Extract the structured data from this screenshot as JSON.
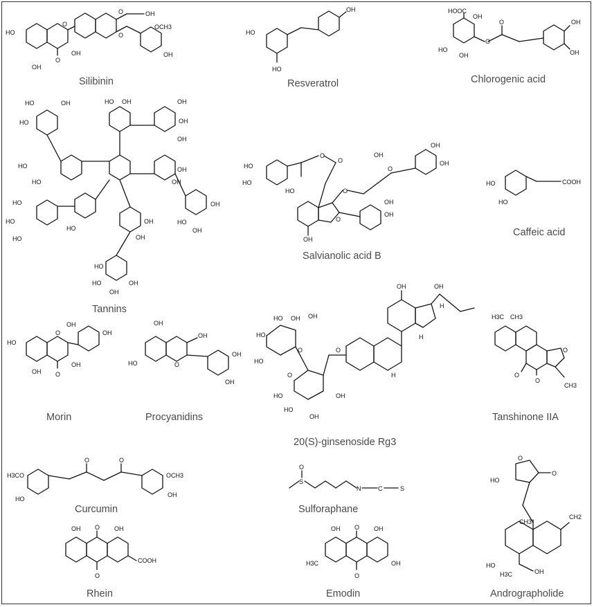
{
  "compounds": [
    {
      "name": "Silibinin"
    },
    {
      "name": "Resveratrol"
    },
    {
      "name": "Chlorogenic acid"
    },
    {
      "name": "Tannins"
    },
    {
      "name": "Salvianolic acid B"
    },
    {
      "name": "Caffeic acid"
    },
    {
      "name": "Morin"
    },
    {
      "name": "Procyanidins"
    },
    {
      "name": "20(S)-ginsenoside Rg3"
    },
    {
      "name": "Tanshinone IIA"
    },
    {
      "name": "Curcumin"
    },
    {
      "name": "Sulforaphane"
    },
    {
      "name": "Rhein"
    },
    {
      "name": "Emodin"
    },
    {
      "name": "Andrographolide"
    }
  ],
  "atoms": {
    "OH": "OH",
    "HO": "HO",
    "O": "O",
    "OCH3": "OCH3",
    "H3CO": "H3CO",
    "COOH": "COOH",
    "HOOC": "HOOC",
    "CH3": "CH3",
    "H3C": "H3C",
    "H": "H",
    "S": "S",
    "N": "N",
    "C": "C",
    "CH2": "CH2"
  }
}
